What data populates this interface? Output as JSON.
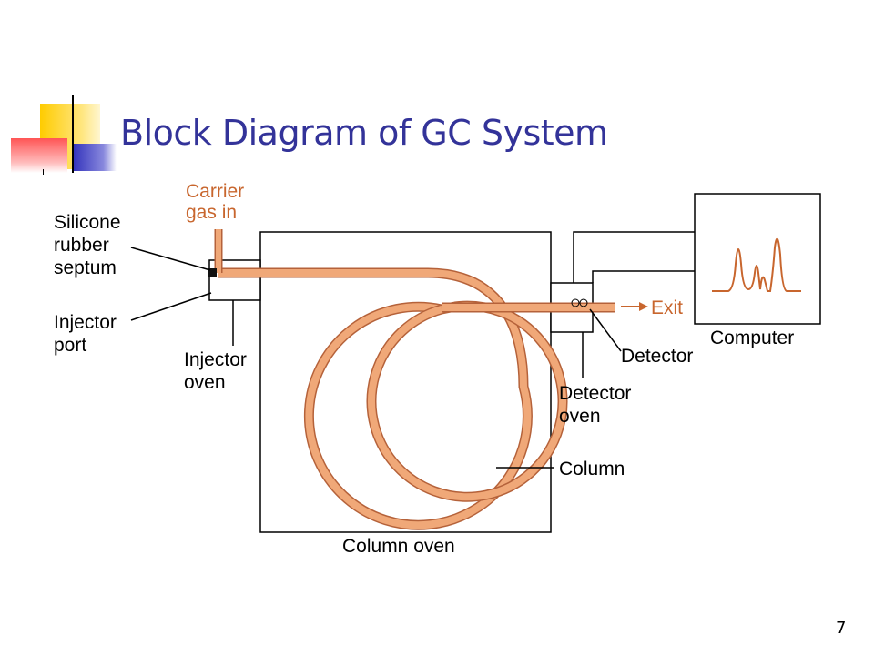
{
  "slide": {
    "title": "Block Diagram of GC System",
    "page_number": "7"
  },
  "diagram": {
    "labels": {
      "carrier_gas_line1": "Carrier",
      "carrier_gas_line2": "gas in",
      "septum_line1": "Silicone",
      "septum_line2": "rubber",
      "septum_line3": "septum",
      "injector_port_line1": "Injector",
      "injector_port_line2": "port",
      "injector_oven_line1": "Injector",
      "injector_oven_line2": "oven",
      "exit": "Exit",
      "detector": "Detector",
      "detector_oven_line1": "Detector",
      "detector_oven_line2": "oven",
      "column": "Column",
      "column_oven": "Column oven",
      "computer": "Computer"
    },
    "colors": {
      "tube_fill": "#f0a878",
      "tube_stroke": "#b5623a",
      "accent_text": "#c8662e",
      "line": "#000000",
      "title": "#333399",
      "chromatogram": "#c8662e"
    }
  }
}
